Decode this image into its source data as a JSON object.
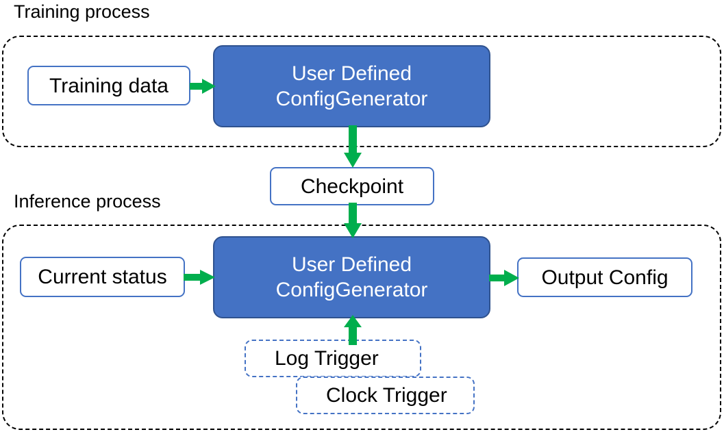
{
  "diagram": {
    "title_sections": {
      "training": "Training process",
      "inference": "Inference process"
    },
    "colors": {
      "process_fill": "#4472C4",
      "process_border": "#2F528F",
      "node_border": "#4472C4",
      "arrow": "#00AE4D",
      "container_border": "#000000",
      "text_dark": "#000000",
      "text_light": "#FFFFFF"
    },
    "nodes": {
      "training_data": "Training data",
      "blue_training_line1": "User Defined",
      "blue_training_line2": "ConfigGenerator",
      "checkpoint": "Checkpoint",
      "current_status": "Current status",
      "blue_inference_line1": "User Defined",
      "blue_inference_line2": "ConfigGenerator",
      "output_config": "Output Config",
      "log_trigger": "Log Trigger",
      "clock_trigger": "Clock Trigger"
    },
    "edges": [
      {
        "name": "training-data-to-generator",
        "from": "Training data",
        "to": "User Defined ConfigGenerator",
        "direction": "right"
      },
      {
        "name": "generator-to-checkpoint",
        "from": "User Defined ConfigGenerator",
        "to": "Checkpoint",
        "direction": "down"
      },
      {
        "name": "checkpoint-to-generator",
        "from": "Checkpoint",
        "to": "User Defined ConfigGenerator",
        "direction": "down"
      },
      {
        "name": "current-status-to-generator",
        "from": "Current status",
        "to": "User Defined ConfigGenerator",
        "direction": "right"
      },
      {
        "name": "generator-to-output-config",
        "from": "User Defined ConfigGenerator",
        "to": "Output Config",
        "direction": "right"
      },
      {
        "name": "triggers-to-generator",
        "from": "Log Trigger / Clock Trigger",
        "to": "User Defined ConfigGenerator",
        "direction": "up"
      }
    ]
  }
}
